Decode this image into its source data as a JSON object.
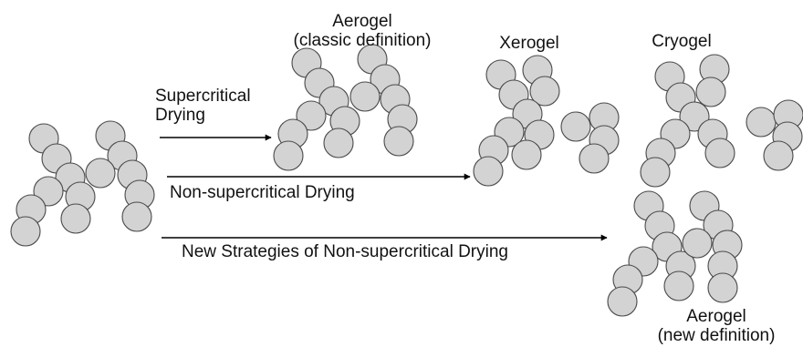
{
  "colors": {
    "particle_fill": "#d3d3d3",
    "particle_stroke": "#4a4a4a",
    "arrow": "#000000",
    "background": "#ffffff"
  },
  "labels": {
    "aerogel_classic": {
      "line1": "Aerogel",
      "line2": "(classic definition)"
    },
    "xerogel": "Xerogel",
    "cryogel": "Cryogel",
    "supercritical": {
      "line1": "Supercritical",
      "line2": "Drying"
    },
    "non_supercritical": "Non-supercritical Drying",
    "new_strategies": "New Strategies of Non-supercritical Drying",
    "aerogel_new": {
      "line1": "Aerogel",
      "line2": "(new definition)"
    }
  }
}
